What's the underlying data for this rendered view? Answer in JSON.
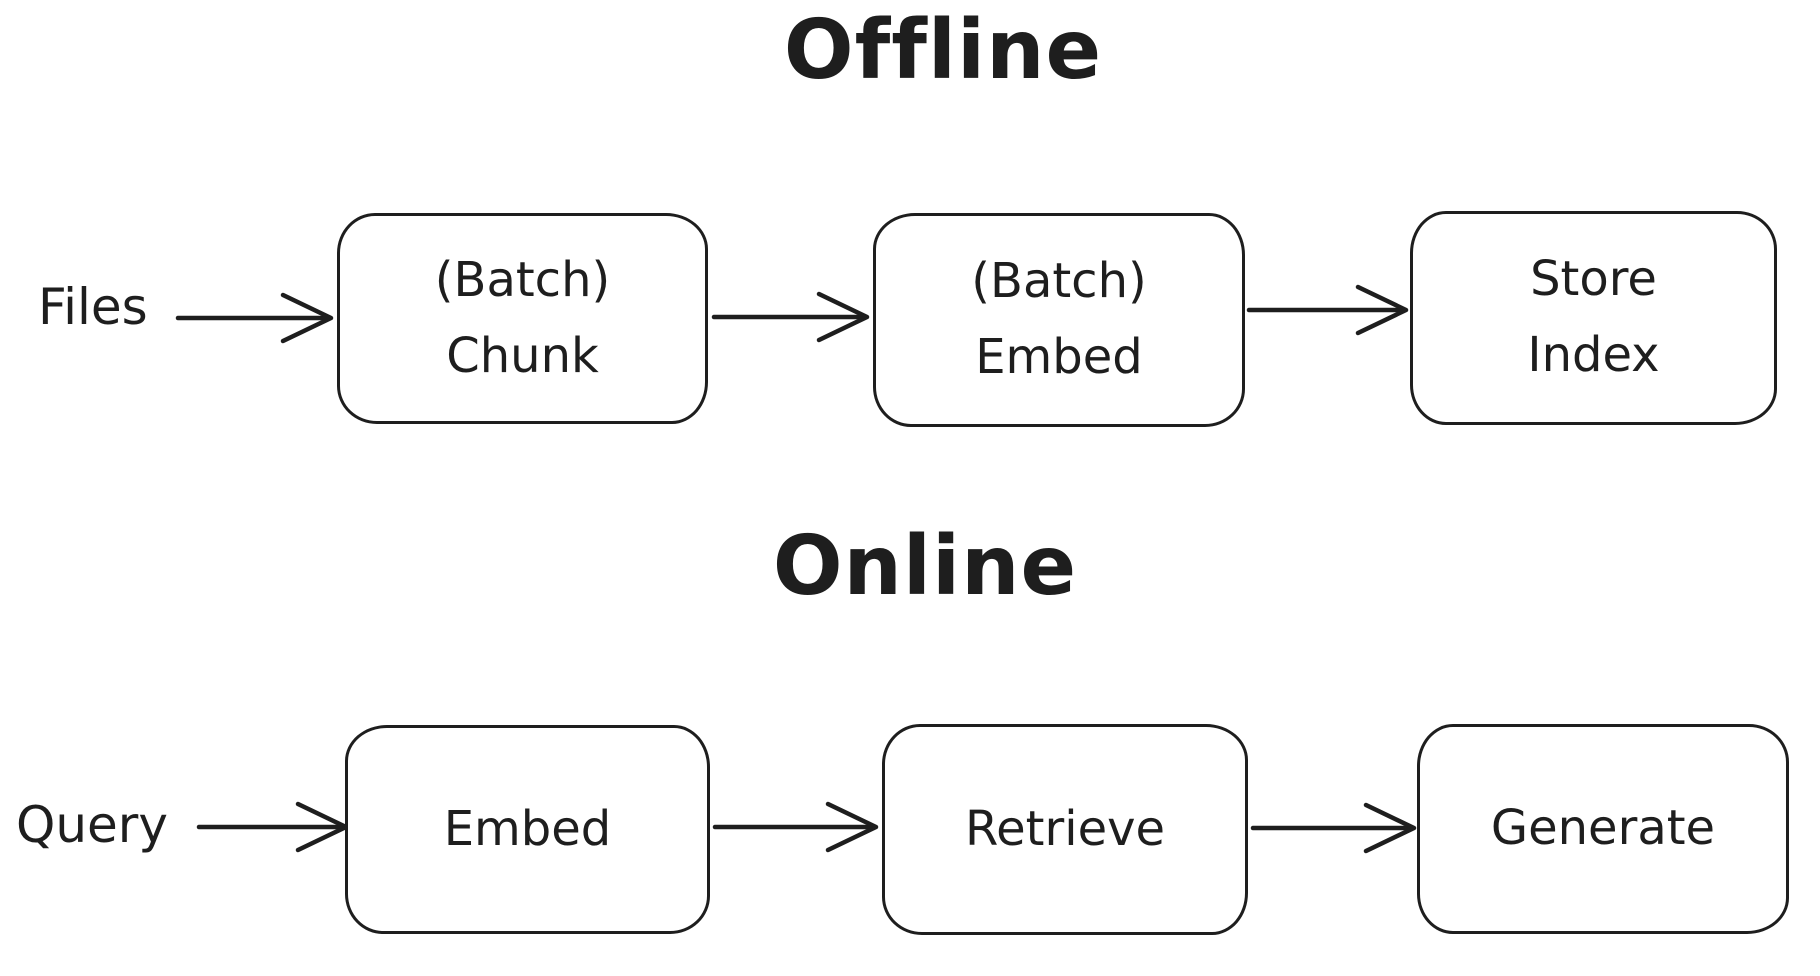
{
  "colors": {
    "background": "#ffffff",
    "stroke": "#1e1e1e"
  },
  "diagram": {
    "type": "flowchart",
    "style": "hand-drawn",
    "sections": {
      "offline": {
        "title": "Offline",
        "source_label": "Files",
        "nodes": {
          "chunk": {
            "line1": "(Batch)",
            "line2": "Chunk"
          },
          "embed": {
            "line1": "(Batch)",
            "line2": "Embed"
          },
          "store": {
            "line1": "Store",
            "line2": "Index"
          }
        },
        "edges": [
          "Files -> (Batch) Chunk",
          "(Batch) Chunk -> (Batch) Embed",
          "(Batch) Embed -> Store Index"
        ]
      },
      "online": {
        "title": "Online",
        "source_label": "Query",
        "nodes": {
          "embed": {
            "label": "Embed"
          },
          "retrieve": {
            "label": "Retrieve"
          },
          "generate": {
            "label": "Generate"
          }
        },
        "edges": [
          "Query -> Embed",
          "Embed -> Retrieve",
          "Retrieve -> Generate"
        ]
      }
    }
  }
}
